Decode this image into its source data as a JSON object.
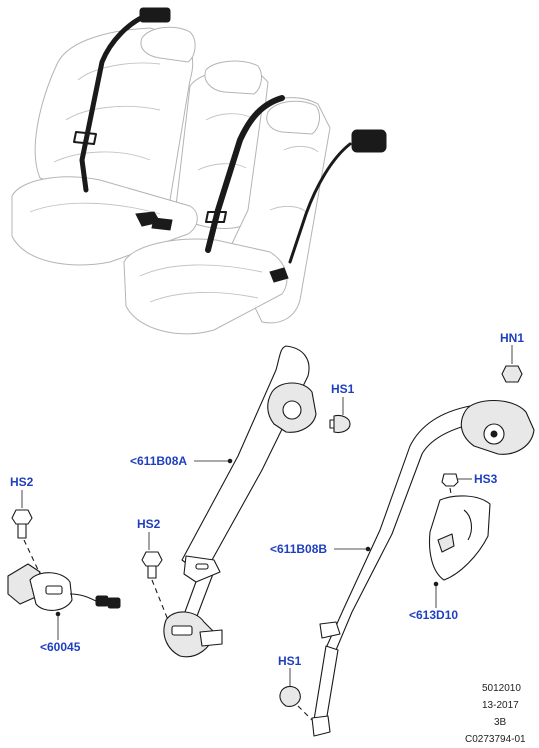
{
  "callouts": {
    "hn1": "HN1",
    "hs1_top": "HS1",
    "hs2_left": "HS2",
    "hs2_mid": "HS2",
    "hs3": "HS3",
    "hs1_bottom": "HS1",
    "belt_a": "<611B08A",
    "belt_b": "<611B08B",
    "buckle": "<60045",
    "bracket": "<613D10"
  },
  "reference": {
    "code": "5012010",
    "date": "13-2017",
    "rev": "3B",
    "illustration_id": "C0273794-01"
  },
  "colors": {
    "callout_blue": "#1f3fbf",
    "seat_outline": "#b4b4b4",
    "part_line": "#1a1a1a"
  }
}
